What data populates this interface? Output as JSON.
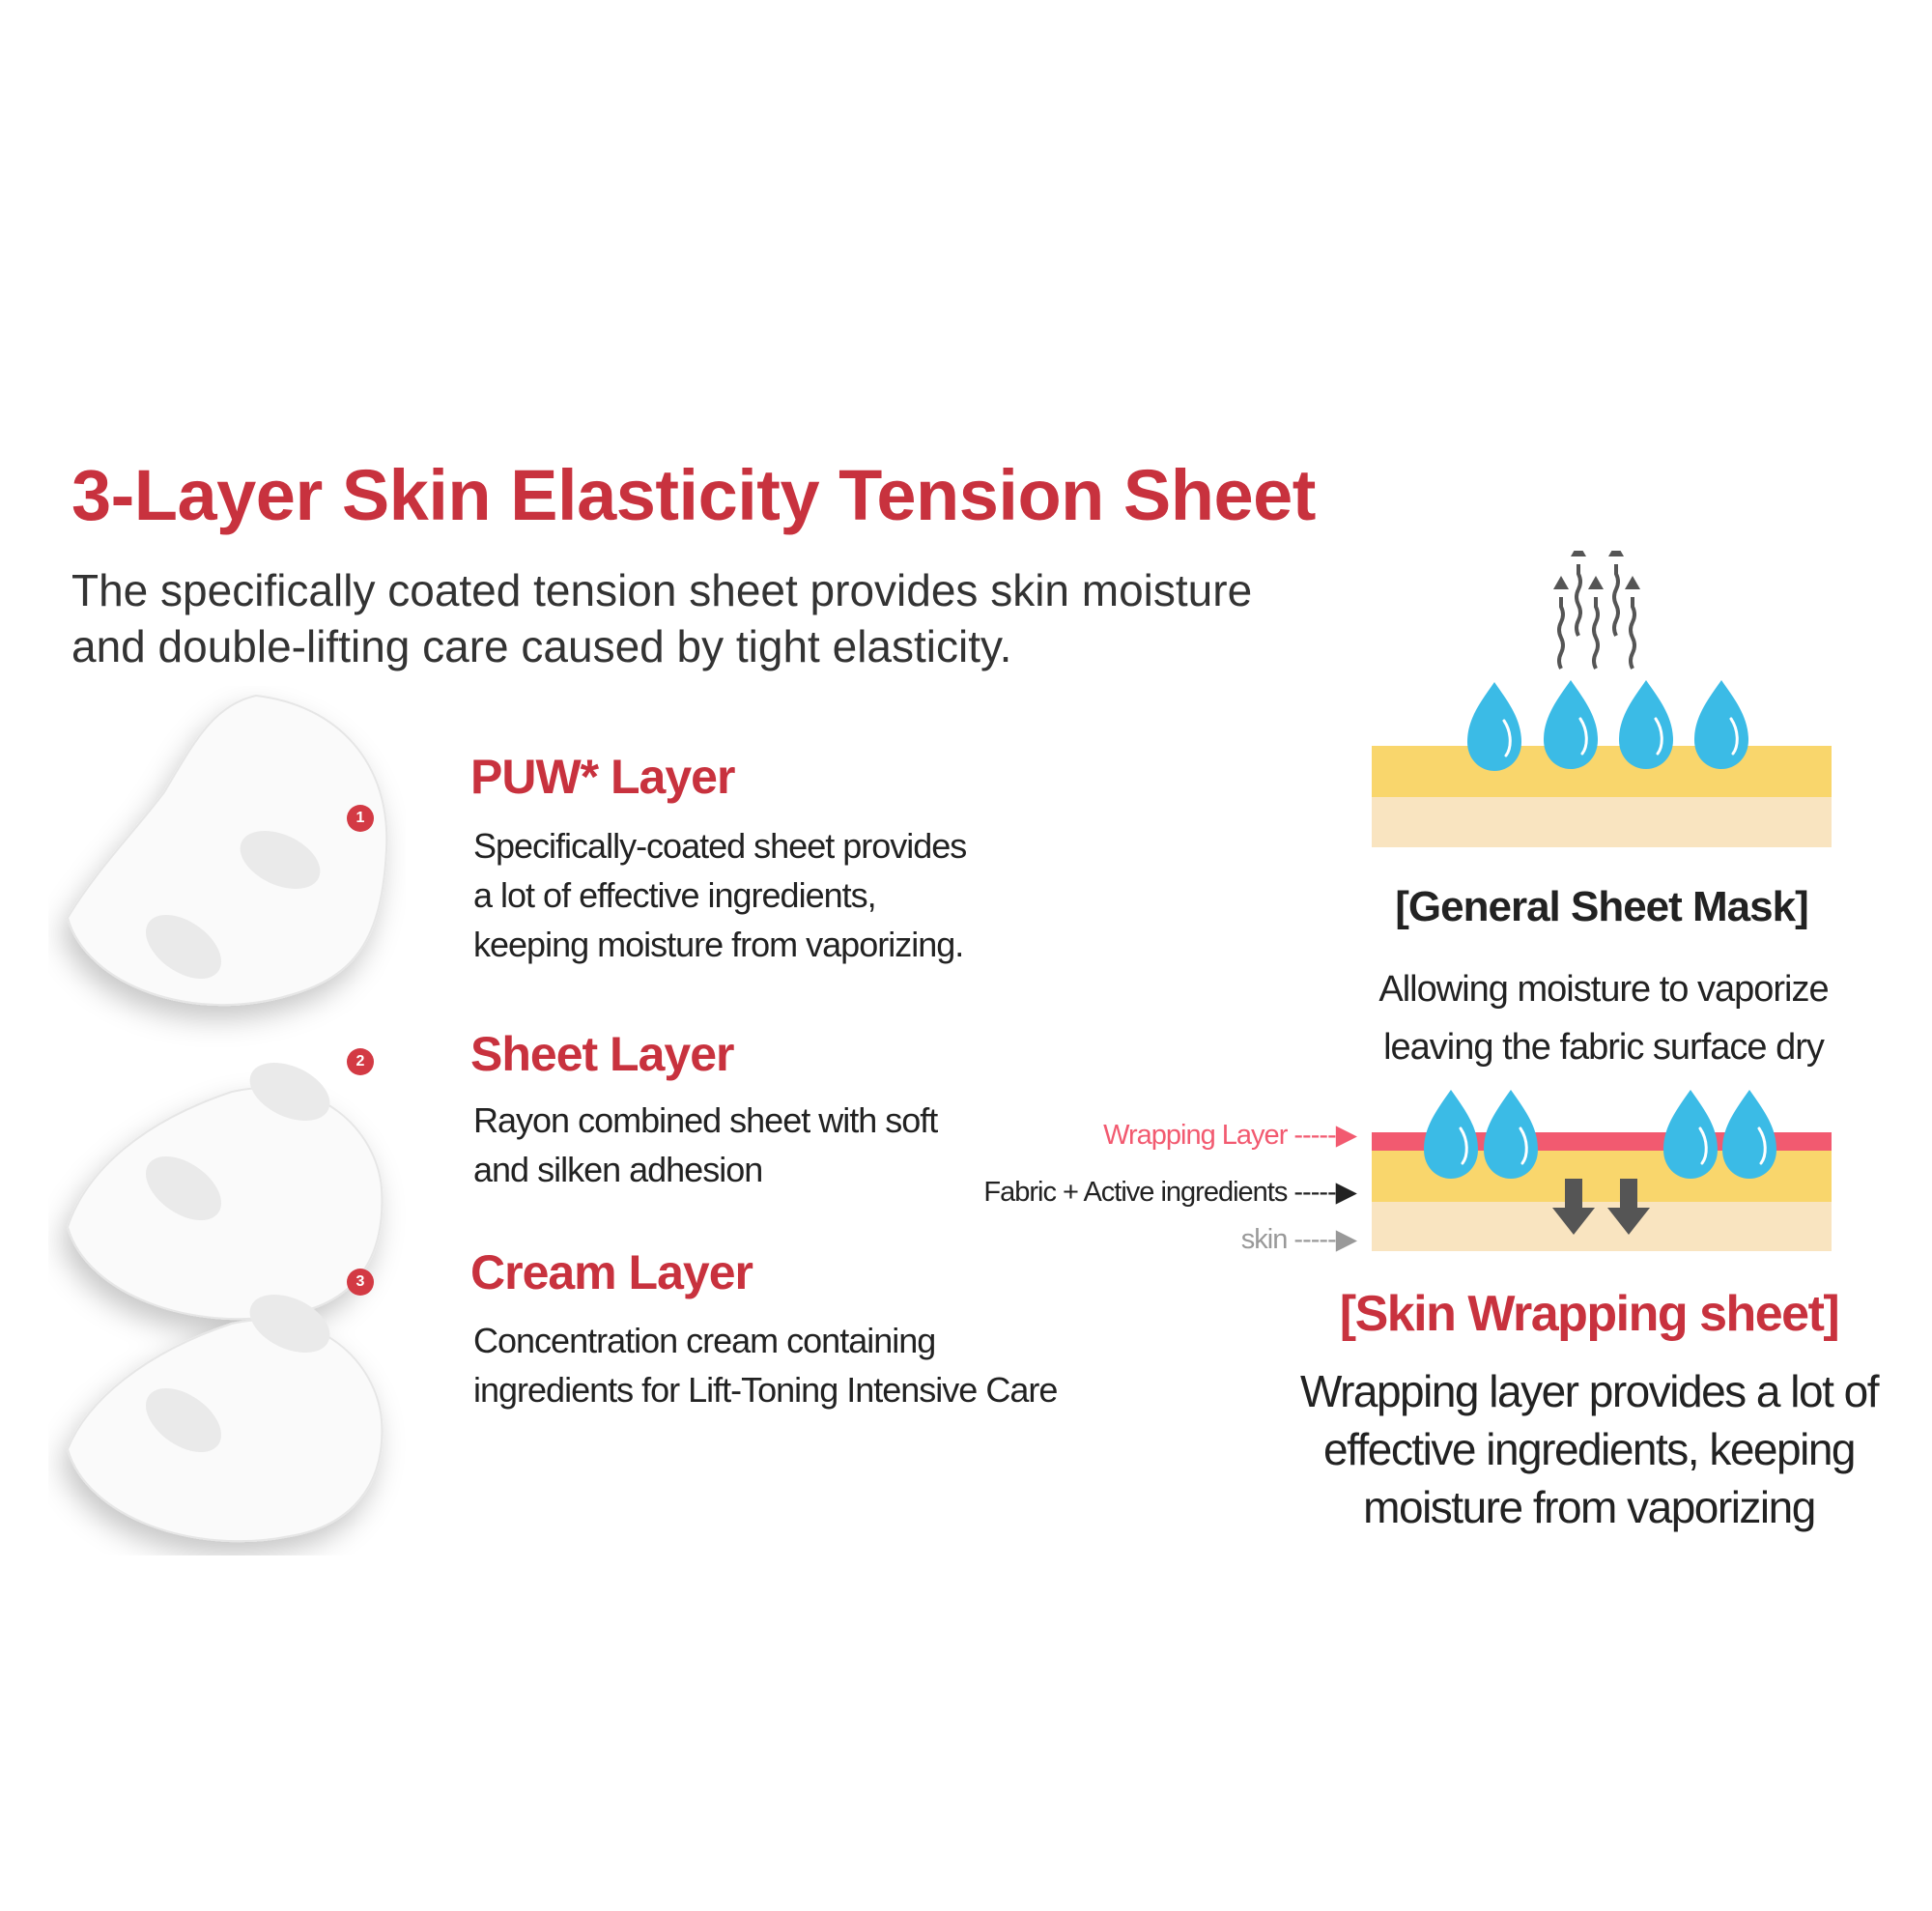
{
  "title": "3-Layer Skin Elasticity Tension Sheet",
  "subtitle": [
    "The specifically coated  tension sheet provides skin moisture",
    "and double-lifting care caused by tight elasticity."
  ],
  "layers": [
    {
      "num": "1",
      "heading": "PUW* Layer",
      "desc": [
        "Specifically-coated sheet  provides",
        "a lot of effective ingredients,",
        "keeping moisture from vaporizing."
      ]
    },
    {
      "num": "2",
      "heading": "Sheet Layer",
      "desc": [
        "Rayon combined sheet with soft",
        "and silken adhesion"
      ]
    },
    {
      "num": "3",
      "heading": "Cream Layer",
      "desc": [
        "Concentration cream containing",
        "ingredients for Lift-Toning Intensive Care"
      ]
    }
  ],
  "general": {
    "heading": "[General Sheet Mask]",
    "desc": [
      "Allowing moisture to vaporize",
      "leaving  the  fabric surface  dry"
    ]
  },
  "wrapping": {
    "labels": {
      "wrap": "Wrapping Layer -----▶",
      "fabric": "Fabric + Active ingredients -----▶",
      "skin": "skin -----▶"
    },
    "heading": "[Skin Wrapping sheet]",
    "desc": [
      "Wrapping layer  provides a lot of",
      "effective ingredients, keeping",
      "moisture from vaporizing"
    ]
  },
  "colors": {
    "accent": "#c8323e",
    "drop": "#3bbbe6",
    "yellow": "#f9d66c",
    "beige": "#f9e4c0",
    "wrap": "#f25a70"
  }
}
